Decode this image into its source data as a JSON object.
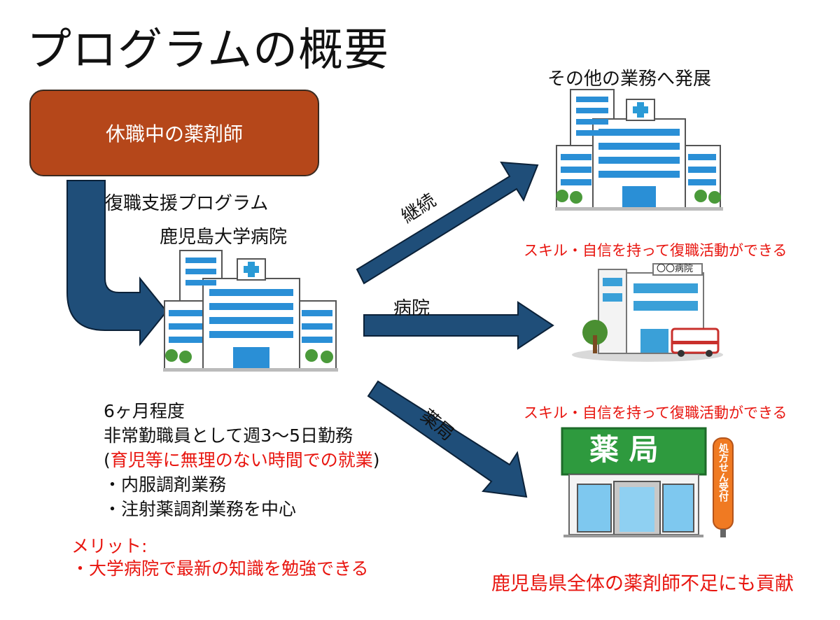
{
  "title": "プログラムの概要",
  "top_box": "休職中の薬剤師",
  "program_label": "復職支援プログラム",
  "hospital_label": "鹿児島大学病院",
  "branches": {
    "continue": "継続",
    "hospital": "病院",
    "pharmacy": "薬局"
  },
  "right": {
    "other_work": "その他の業務へ発展",
    "skill_text_1": "スキル・自信を持って復職活動ができる",
    "skill_text_2": "スキル・自信を持って復職活動ができる",
    "contribution": "鹿児島県全体の薬剤師不足にも貢献",
    "hospital_sign": "〇〇病院",
    "pharmacy_sign": "薬 局",
    "pharmacy_side_sign": "処方せん受付"
  },
  "details": {
    "line1": "6ヶ月程度",
    "line2": "非常勤職員として週3〜5日勤務",
    "line3_open": "(",
    "line3_red": "育児等に無理のない時間での就業",
    "line3_close": ")",
    "line4": "・内服調剤業務",
    "line5": "・注射薬調剤業務を中心"
  },
  "merit": {
    "heading": "メリット:",
    "item": "・大学病院で最新の知識を勉強できる"
  },
  "colors": {
    "box": "#b5471a",
    "arrow": "#1f4e79",
    "red_text": "#e8150f",
    "pharmacy_green": "#2e9a3e"
  }
}
